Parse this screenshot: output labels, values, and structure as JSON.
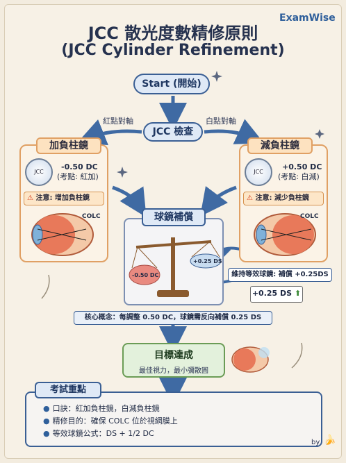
{
  "brand": "ExamWise",
  "title_zh": "JCC 散光度數精修原則",
  "title_en": "(JCC Cylinder Refinement)",
  "start": "Start (開始)",
  "jcc_check": "JCC 檢查",
  "left_branch_label": "紅點對軸",
  "right_branch_label": "白點對軸",
  "left_panel": {
    "title": "加負柱鏡",
    "dial_label": "JCC",
    "power": "-0.50 DC",
    "note": "(考點: 紅加)",
    "warning": "注意: 增加負柱鏡",
    "eye_label": "COLC"
  },
  "right_panel": {
    "title": "減負柱鏡",
    "dial_label": "JCC",
    "power": "+0.50 DC",
    "note": "(考點: 白減)",
    "warning": "注意: 減少負柱鏡",
    "eye_label": "COLC"
  },
  "center": {
    "title": "球鏡補償",
    "scale_left": "-0.50 DC",
    "scale_right": "+0.25 DS",
    "maintain": "維持等效球鏡: 補償 +0.25DS",
    "plus_tag": "+0.25 DS"
  },
  "core_concept": "核心概念：每調整 0.50 DC，球鏡需反向補償 0.25 DS",
  "goal": {
    "title": "目標達成",
    "subtitle": "最佳視力，最小彌散圓"
  },
  "exam": {
    "title": "考試重點",
    "items": [
      "口訣：紅加負柱鏡，白減負柱鏡",
      "精修目的：確保 COLC 位於視網膜上",
      "等效球鏡公式：DS + 1/2 DC"
    ]
  },
  "signature": "by"
}
